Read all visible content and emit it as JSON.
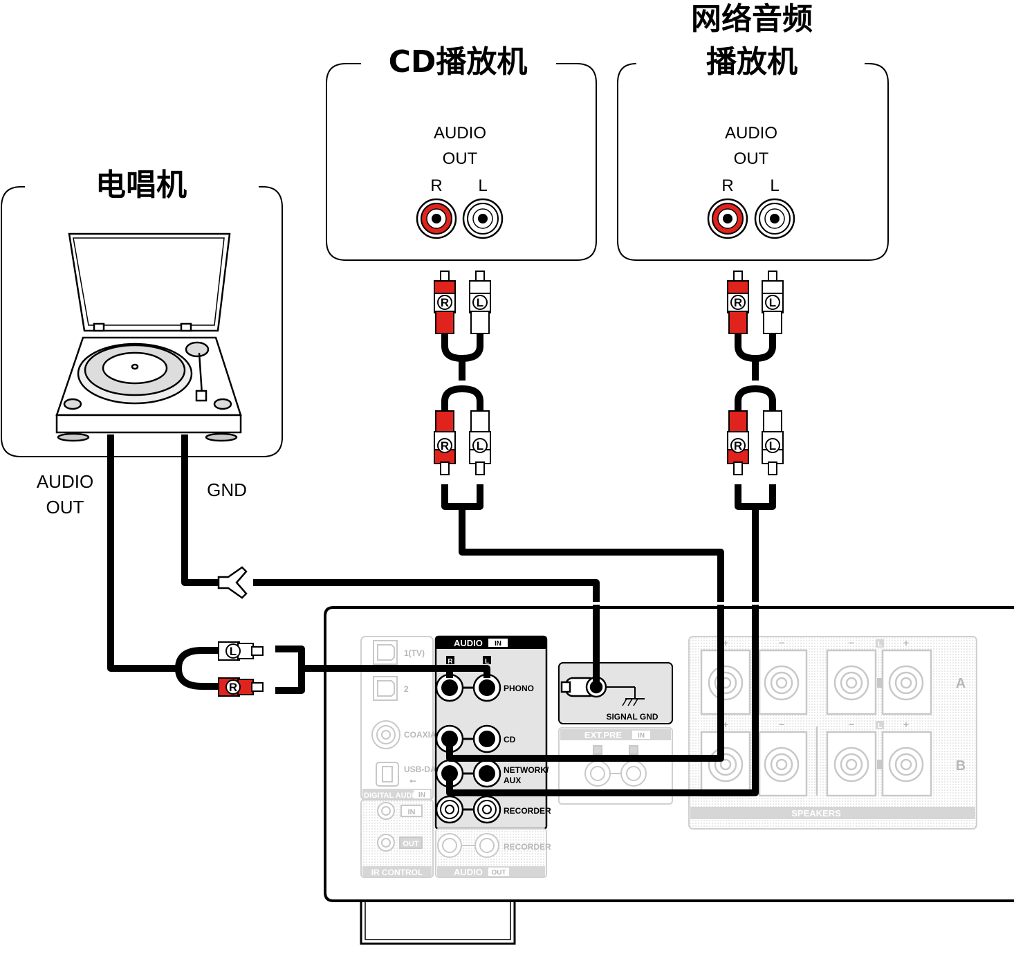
{
  "devices": {
    "turntable": {
      "title": "电唱机",
      "audio_out_line1": "AUDIO",
      "audio_out_line2": "OUT",
      "gnd": "GND"
    },
    "cd_player": {
      "title": "CD播放机",
      "audio_line1": "AUDIO",
      "audio_line2": "OUT",
      "r": "R",
      "l": "L"
    },
    "network_player": {
      "title_line1": "网络音频",
      "title_line2": "播放机",
      "audio_line1": "AUDIO",
      "audio_line2": "OUT",
      "r": "R",
      "l": "L"
    }
  },
  "plugs": {
    "r": "R",
    "l": "L"
  },
  "rear_panel": {
    "audio_in_header": "AUDIO",
    "in_tag": "IN",
    "out_tag": "OUT",
    "col_r": "R",
    "col_l": "L",
    "phono": "PHONO",
    "cd": "CD",
    "network_line1": "NETWORK/",
    "network_line2": "AUX",
    "recorder": "RECORDER",
    "signal_gnd": "SIGNAL GND",
    "optical_1": "1(TV)",
    "optical_2": "2",
    "coaxial": "COAXIAL",
    "usb_dac": "USB-DAC",
    "digital_audio": "DIGITAL AUDIO",
    "ir_control": "IR CONTROL",
    "ext_pre": "EXT.PRE",
    "recorder_out": "RECORDER",
    "audio_out_header": "AUDIO",
    "speakers": "SPEAKERS",
    "zone_a": "A",
    "zone_b": "B",
    "minus": "−",
    "plus": "+"
  },
  "colors": {
    "red": "#e0231c",
    "black": "#000000",
    "gray": "#c8c8c8",
    "panel_dark": "#4a4a4a"
  }
}
